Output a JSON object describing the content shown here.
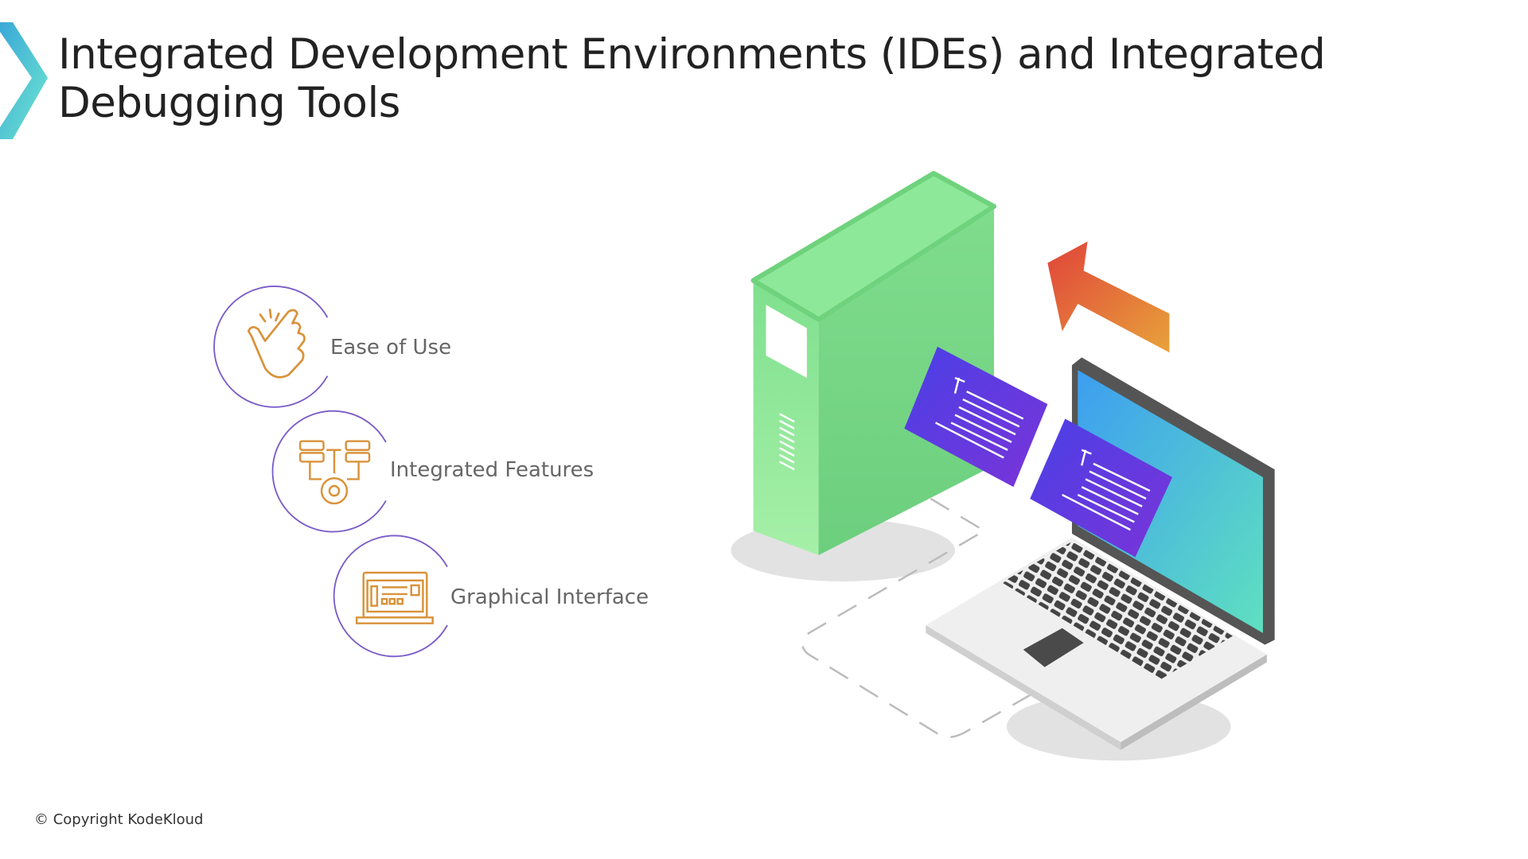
{
  "slide": {
    "title_line1": "Integrated Development Environments (IDEs) and Integrated",
    "title_line2": "Debugging Tools",
    "items": [
      {
        "label": "Ease of Use",
        "icon": "snap-fingers-icon"
      },
      {
        "label": "Integrated Features",
        "icon": "servers-gear-icon"
      },
      {
        "label": "Graphical Interface",
        "icon": "laptop-ui-icon"
      }
    ],
    "copyright": "© Copyright KodeKloud"
  },
  "colors": {
    "accent_teal": "#5fd8d0",
    "accent_blue": "#3aa8d8",
    "circle_purple": "#7a5cc8",
    "icon_orange": "#d9923a",
    "tower_green": "#7fdc8d",
    "doc_purple": "#5b3fe0"
  }
}
